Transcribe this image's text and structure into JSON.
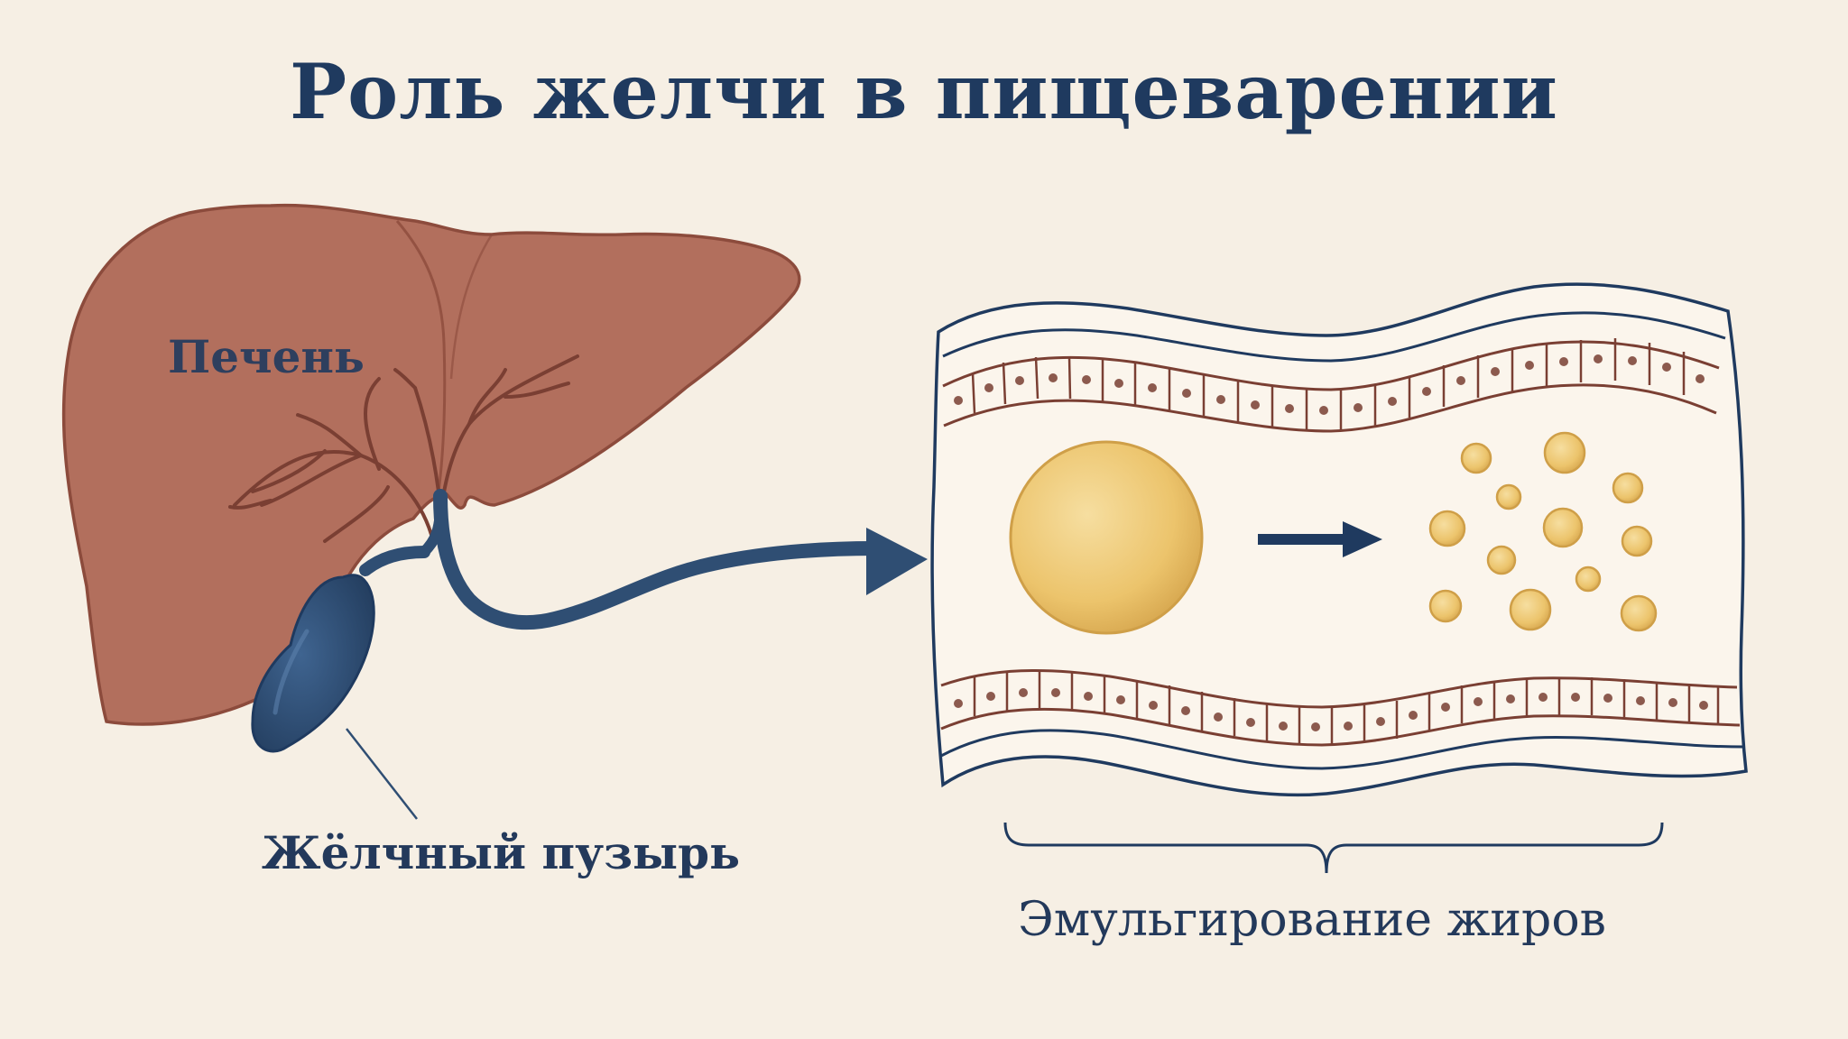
{
  "title": "Роль желчи в пищеварении",
  "labels": {
    "liver": "Печень",
    "gallbladder": "Жёлчный пузырь",
    "emulsification": "Эмульгирование жиров"
  },
  "colors": {
    "background": "#f6efe4",
    "liver": "#b26f5d",
    "gallbladder": "#2f4e73",
    "bile_duct": "#2f4e73",
    "intestine_outline": "#1f3a5f",
    "fat": "#edc873",
    "text": "#1f3a5f"
  }
}
